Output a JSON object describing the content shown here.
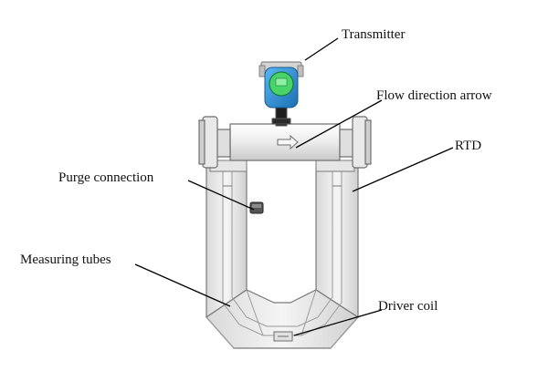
{
  "labels": {
    "transmitter": "Transmitter",
    "flow_arrow": "Flow direction arrow",
    "rtd": "RTD",
    "purge": "Purge connection",
    "tubes": "Measuring tubes",
    "coil": "Driver coil"
  },
  "colors": {
    "transmitter_housing": "#2a8fd6",
    "transmitter_display": "#49d46a",
    "metal_light": "#f2f2f2",
    "metal_mid": "#dcdcdc",
    "metal_dark": "#9a9a9a",
    "outline": "#6e6e6e",
    "leader_line": "#000000"
  }
}
